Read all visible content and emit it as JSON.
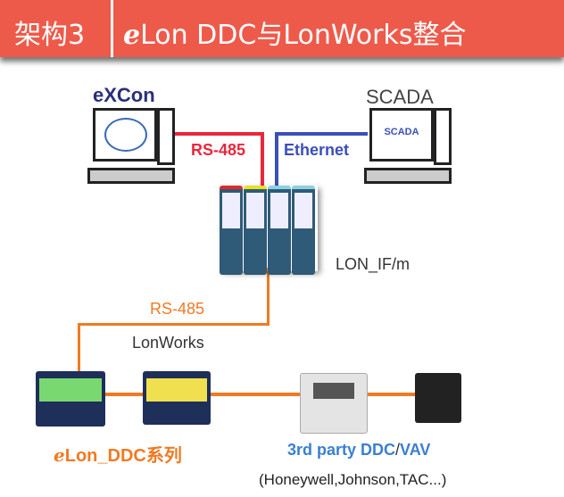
{
  "header": {
    "number": "架构3",
    "title_prefix": "e",
    "title": "Lon DDC与LonWorks整合"
  },
  "nodes": {
    "excon": "eXCon",
    "scada": "SCADA",
    "scada_screen": "SCADA",
    "lon_if": "LON_IF/m"
  },
  "links": {
    "rs485_top": "RS-485",
    "ethernet": "Ethernet",
    "rs485_bottom": "RS-485",
    "lonworks": "LonWorks"
  },
  "captions": {
    "elon_prefix": "e",
    "elon": "Lon_DDC系列",
    "third_party_a": "3rd party DDC",
    "third_party_sep": "/",
    "third_party_b": "VAV",
    "vendors": "(Honeywell,Johnson,TAC...)"
  },
  "colors": {
    "header": "#ee5a4a",
    "rs485": "#e8283c",
    "ethernet": "#3a4fb8",
    "lonworks": "#f07a22",
    "third_party": "#3b7fd0"
  }
}
